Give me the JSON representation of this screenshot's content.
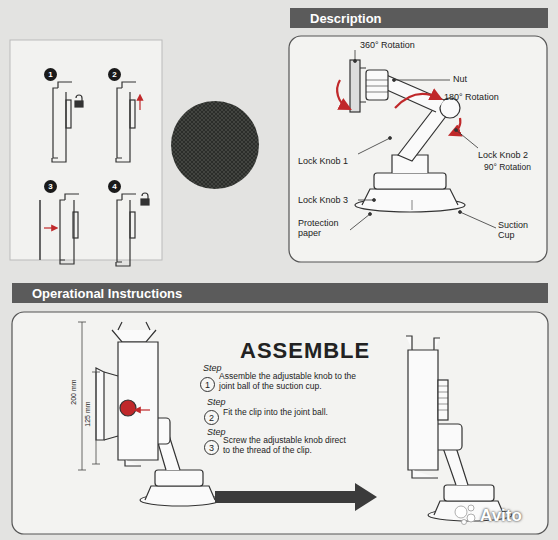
{
  "diagram": {
    "nodes": [
      {
        "text": [
          "Description"
        ]
      },
      {
        "text": [
          "1"
        ]
      },
      {
        "text": [
          "2"
        ]
      },
      {
        "text": [
          "3"
        ]
      },
      {
        "text": [
          "4"
        ]
      },
      {
        "text": [
          "Operational Instructions"
        ]
      },
      {
        "text": [
          "1"
        ]
      },
      {
        "text": [
          "2"
        ]
      },
      {
        "text": [
          "3"
        ]
      }
    ],
    "labels": [
      "360° Rotation",
      "Nut",
      "180° Rotation",
      "Lock Knob 1",
      "Lock Knob 2",
      "90° Rotation",
      "Lock Knob 3",
      "Protection paper",
      "Suction Cup",
      "ASSEMBLE",
      "Step",
      "Assemble the adjustable knob to the joint ball of the suction cup.",
      "Step",
      "Fit the clip into the joint ball.",
      "Step",
      "Screw the adjustable knob direct to the thread of the clip.",
      "200 mm",
      "125 mm",
      "Avito"
    ]
  }
}
